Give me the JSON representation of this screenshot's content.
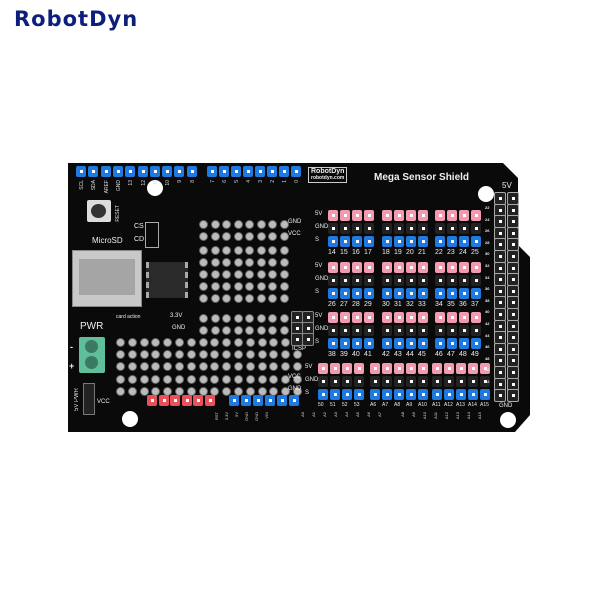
{
  "logo": "RobotDyn",
  "board": {
    "brand": "RobotDyn",
    "brand_url": "robotdyn.com",
    "title": "Mega Sensor Shield",
    "top_header_left": [
      "SCL",
      "SDA",
      "AREF",
      "GND",
      "13",
      "12",
      "11",
      "10",
      "9",
      "8"
    ],
    "top_header_right": [
      "7",
      "6",
      "5",
      "4",
      "3",
      "2",
      "1",
      "0"
    ],
    "reset": "RESET",
    "microsd": "MicroSD",
    "cs": "CS",
    "cd": "CD",
    "card_action": "card action",
    "pwr": "PWR",
    "plus": "+",
    "minus": "-",
    "pwr_sel": "5V PWR",
    "vcc_sel": "VCC",
    "icsp": "ICSP",
    "rail_labels": {
      "gnd": "GND",
      "vcc": "VCC",
      "v33": "3.3V"
    },
    "power_labels": [
      "RST",
      "3.3V",
      "5V",
      "GND",
      "GND",
      "VIN"
    ],
    "analog_low": [
      "A0",
      "A1",
      "A2",
      "A3",
      "A4",
      "A5",
      "A6",
      "A7"
    ],
    "analog_high": [
      "A8",
      "A9",
      "A10",
      "A11",
      "A12",
      "A13",
      "A14",
      "A15"
    ],
    "row_labels": [
      "5V",
      "GND",
      "S"
    ],
    "sensor_rows": [
      [
        "14",
        "15",
        "16",
        "17",
        "18",
        "19",
        "20",
        "21",
        "22",
        "23",
        "24",
        "25"
      ],
      [
        "26",
        "27",
        "28",
        "29",
        "30",
        "31",
        "32",
        "33",
        "34",
        "35",
        "36",
        "37"
      ],
      [
        "38",
        "39",
        "40",
        "41",
        "42",
        "43",
        "44",
        "45",
        "46",
        "47",
        "48",
        "49"
      ],
      [
        "50",
        "51",
        "52",
        "53",
        "A6",
        "A7",
        "A8",
        "A9",
        "A10",
        "A11",
        "A12",
        "A13",
        "A14",
        "A15"
      ]
    ],
    "right_top": "5V",
    "right_bottom": "GND",
    "right_numbers": [
      "22",
      "24",
      "26",
      "28",
      "30",
      "32",
      "34",
      "36",
      "38",
      "40",
      "42",
      "44",
      "46",
      "48",
      "50",
      "52"
    ]
  },
  "colors": {
    "pcb": "#0a0a0a",
    "header_blue": "#1e7ae0",
    "header_pink": "#f29bb0",
    "header_red": "#e8505a",
    "terminal": "#5fbf9a",
    "logo": "#0d1f7c"
  }
}
